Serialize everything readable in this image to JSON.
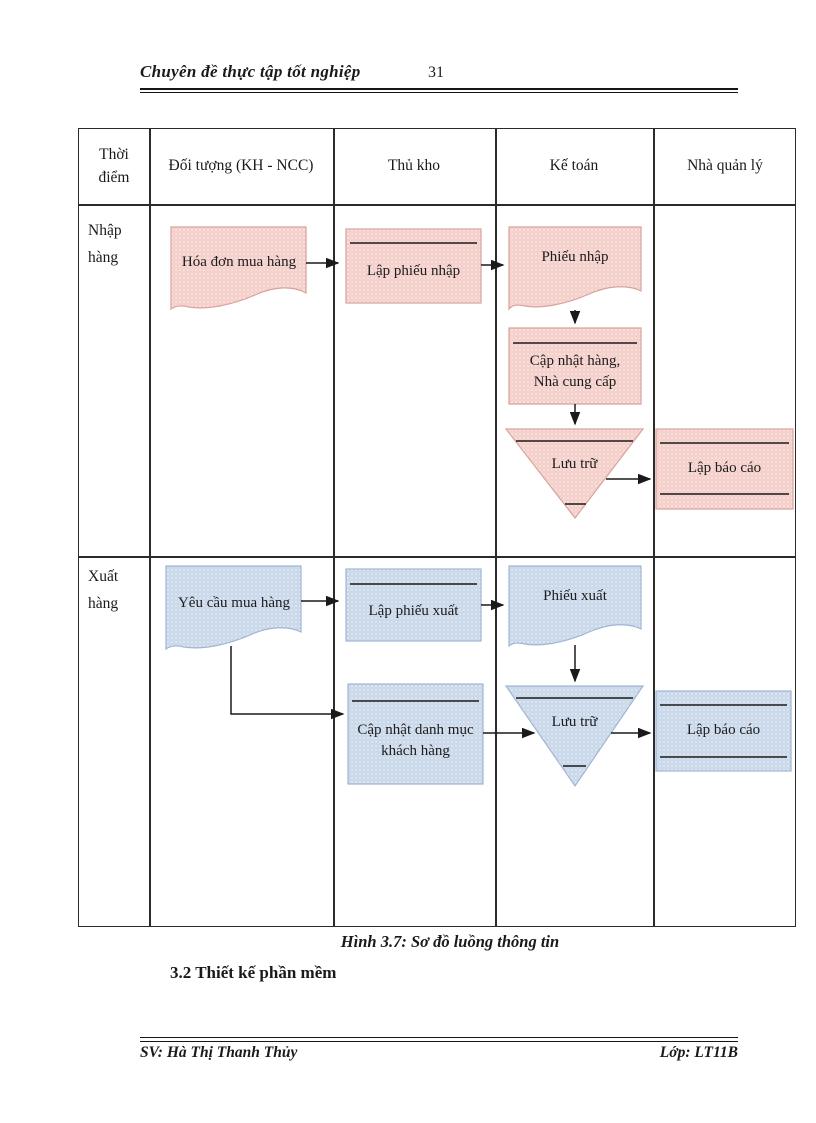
{
  "header": {
    "title": "Chuyên  đề thực tập tốt nghiệp",
    "page_number": "31"
  },
  "diagram": {
    "columns": [
      "Thời điểm",
      "Đối tượng (KH - NCC)",
      "Thủ kho",
      "Kế toán",
      "Nhà quản lý"
    ],
    "row_labels": [
      "Nhập hàng",
      "Xuất hàng"
    ],
    "shape_types": {
      "document": "document-shape",
      "process": "process-box-with-top-rule",
      "report": "box-with-top-and-bottom-rule",
      "storage": "inverted-triangle-storage"
    }
  },
  "flow": {
    "nhap": {
      "doc_hoa_don": "Hóa đơn mua hàng",
      "lap_phieu_nhap": "Lập phiếu nhập",
      "phieu_nhap": "Phiếu nhập",
      "cap_nhat": "Cập nhật hàng, Nhà cung cấp",
      "luu_tru": "Lưu trữ",
      "lap_bao_cao": "Lập báo cáo"
    },
    "xuat": {
      "yeu_cau": "Yêu cầu mua hàng",
      "lap_phieu_xuat": "Lập phiếu xuất",
      "phieu_xuat": "Phiếu xuất",
      "cap_nhat": "Cập nhật danh mục khách hàng",
      "luu_tru": "Lưu trữ",
      "lap_bao_cao": "Lập báo cáo"
    }
  },
  "caption": "Hình 3.7: Sơ đồ luồng thông tin",
  "section_heading": "3.2 Thiết kế phần mềm",
  "footer": {
    "left": "SV: Hà Thị Thanh Thủy",
    "right": "Lớp: LT11B"
  },
  "colors": {
    "pink_fill": "#f3cdc8",
    "pink_border": "#d9a29b",
    "blue_fill": "#c7d6e9",
    "blue_border": "#9fb6d2",
    "line": "#1a1a1a"
  }
}
